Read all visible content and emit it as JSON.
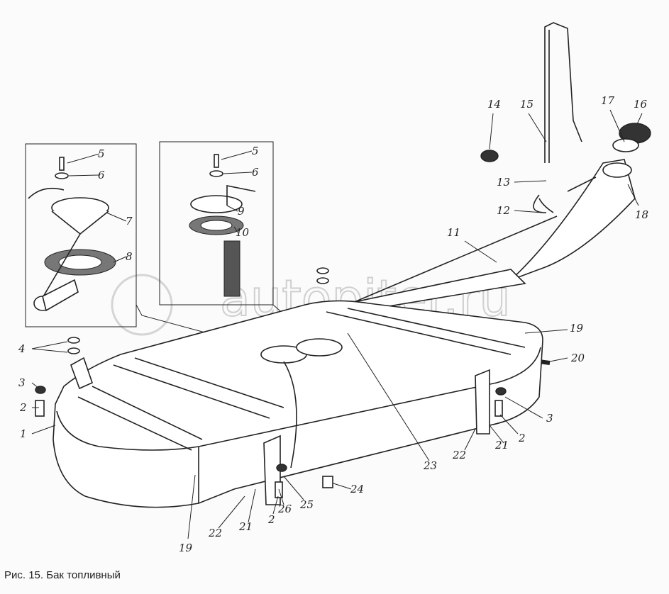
{
  "caption": "Рис. 15. Бак топливный",
  "watermark": "autopiter.ru",
  "callouts": {
    "inset1": [
      "5",
      "6",
      "7",
      "8"
    ],
    "inset2": [
      "5",
      "6",
      "9",
      "10"
    ],
    "filler": [
      "14",
      "15",
      "16",
      "17",
      "18",
      "13",
      "12",
      "11"
    ],
    "tank": [
      "19",
      "20",
      "3",
      "2",
      "21",
      "22",
      "23",
      "24",
      "25",
      "26",
      "2",
      "21",
      "22",
      "19",
      "1",
      "2",
      "3",
      "4"
    ]
  }
}
